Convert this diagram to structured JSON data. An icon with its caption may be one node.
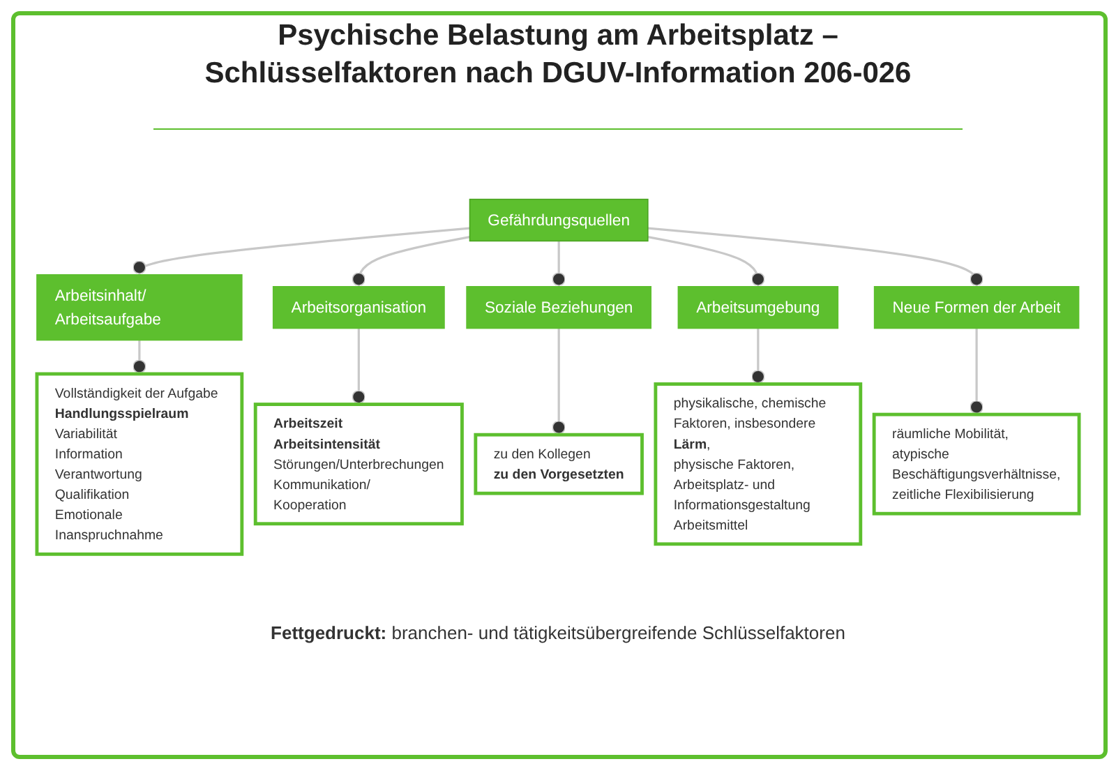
{
  "diagram": {
    "title": "Psychische Belastung am Arbeitsplatz – Schlüsselfaktoren nach DGUV-Information 206-026",
    "nodes": [
      {
        "text": [
          "Gefährdungsquellen"
        ]
      },
      {
        "text": [
          "Arbeitsinhalt/ Arbeitsaufgabe"
        ]
      },
      {
        "text": [
          "Arbeitsorganisation"
        ]
      },
      {
        "text": [
          "Soziale Beziehungen"
        ]
      },
      {
        "text": [
          "Arbeitsumgebung"
        ]
      },
      {
        "text": [
          "Neue Formen der Arbeit"
        ]
      },
      {
        "text": [
          "Vollständigkeit der Aufgabe",
          "**Handlungsspielraum**",
          "Variabilität",
          "Information",
          "Verantwortung",
          "Qualifikation",
          "Emotionale Inanspruchnahme"
        ]
      },
      {
        "text": [
          "**Arbeitszeit**",
          "**Arbeitsintensität**",
          "Störungen/Unterbrechungen",
          "Kommunikation/ Kooperation"
        ]
      },
      {
        "text": [
          "zu den Kollegen",
          "**zu den Vorgesetzten**"
        ]
      },
      {
        "text": [
          "physikalische, chemische Faktoren, insbesondere **Lärm**,",
          "physische Faktoren,",
          "Arbeitsplatz- und Informationsgestaltung",
          "Arbeitsmittel"
        ]
      },
      {
        "text": [
          "räumliche Mobilität,",
          "atypische Beschäftigungsverhältnisse,",
          "zeitliche Flexibilisierung"
        ]
      }
    ],
    "edges": [
      {
        "from": 0,
        "to": 1,
        "arrow": "other"
      },
      {
        "from": 0,
        "to": 2,
        "arrow": "other"
      },
      {
        "from": 0,
        "to": 3,
        "arrow": "other"
      },
      {
        "from": 0,
        "to": 4,
        "arrow": "other"
      },
      {
        "from": 0,
        "to": 5,
        "arrow": "other"
      },
      {
        "from": 1,
        "to": 6,
        "arrow": "other"
      },
      {
        "from": 2,
        "to": 7,
        "arrow": "other"
      },
      {
        "from": 3,
        "to": 8,
        "arrow": "other"
      },
      {
        "from": 4,
        "to": 9,
        "arrow": "other"
      },
      {
        "from": 5,
        "to": 10,
        "arrow": "other"
      }
    ],
    "labels": [
      "**Fettgedruckt:** branchen- und tätigkeitsübergreifende Schlüsselfaktoren"
    ]
  }
}
